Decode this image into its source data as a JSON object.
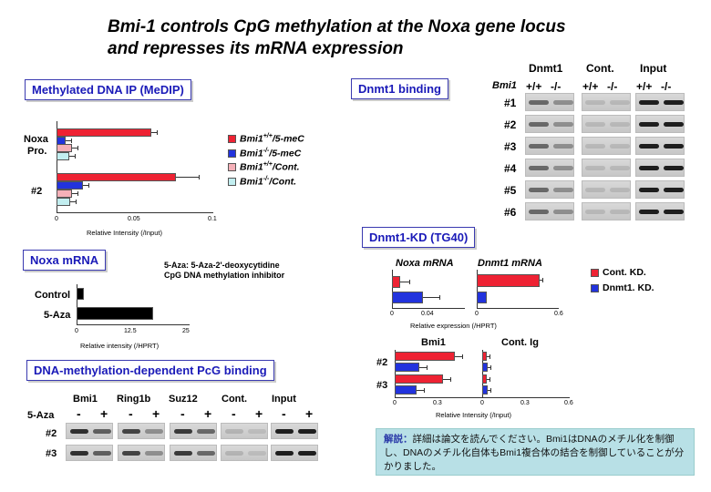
{
  "title": {
    "line1": "Bmi-1 controls CpG methylation at the Noxa gene locus",
    "line2": "and represses its mRNA expression"
  },
  "medip": {
    "label": "Methylated DNA IP (MeDIP)",
    "row1": "Noxa",
    "row1b": "Pro.",
    "row2": "#2",
    "axis_label": "Relative Intensity (/Input)",
    "legend": [
      "Bmi1+/+/5-meC",
      "Bmi1-/-/5-meC",
      "Bmi1+/+/Cont.",
      "Bmi1-/-/Cont."
    ],
    "legend_parts": [
      {
        "gene": "Bmi1",
        "sup": "+/+",
        "rest": "/5-meC"
      },
      {
        "gene": "Bmi1",
        "sup": "-/-",
        "rest": "/5-meC"
      },
      {
        "gene": "Bmi1",
        "sup": "+/+",
        "rest": "/Cont."
      },
      {
        "gene": "Bmi1",
        "sup": "-/-",
        "rest": "/Cont."
      }
    ],
    "colors": [
      "#ee2233",
      "#2233dd",
      "#f5b0b8",
      "#c2eef0"
    ]
  },
  "noxa_mrna": {
    "label": "Noxa mRNA",
    "note1": "5-Aza: 5-Aza-2'-deoxycytidine",
    "note2": "CpG DNA methylation inhibitor",
    "rows": [
      "Control",
      "5-Aza"
    ],
    "axis_label": "Relative intensity (/HPRT)"
  },
  "pcg": {
    "label": "DNA-methylation-dependent PcG binding",
    "columns": [
      "Bmi1",
      "Ring1b",
      "Suz12",
      "Cont.",
      "Input"
    ],
    "treat_label": "5-Aza",
    "signs": [
      "-",
      "+"
    ],
    "rows": [
      "#2",
      "#3"
    ]
  },
  "dnmt1_binding": {
    "label": "Dnmt1 binding",
    "columns": [
      "Dnmt1",
      "Cont.",
      "Input"
    ],
    "genotype_label": "Bmi1",
    "genotypes": [
      "+/+",
      "-/-"
    ],
    "rows": [
      "#1",
      "#2",
      "#3",
      "#4",
      "#5",
      "#6"
    ]
  },
  "dnmt1_kd": {
    "label": "Dnmt1-KD (TG40)",
    "panel1_title": "Noxa mRNA",
    "panel2_title": "Dnmt1 mRNA",
    "expr_axis_label": "Relative expression (/HPRT)",
    "panel3_title": "Bmi1",
    "panel4_title": "Cont. Ig",
    "chip_rows": [
      "#2",
      "#3"
    ],
    "chip_axis_label": "Relative Intensity (/Input)",
    "legend": [
      "Cont. KD.",
      "Dnmt1. KD."
    ],
    "colors": [
      "#ee2233",
      "#2233dd"
    ]
  },
  "note": {
    "prefix": "解説：",
    "text": "詳細は論文を読んでください。Bmi1はDNAのメチル化を制御し、DNAのメチル化自体もBmi1複合体の結合を制御していることが分かりました。"
  },
  "chart_data": [
    {
      "type": "bar",
      "orientation": "horizontal",
      "categories": [
        "Noxa Pro.",
        "#2"
      ],
      "series": [
        {
          "name": "Bmi1+/+/5-meC",
          "values": [
            0.061,
            0.077
          ]
        },
        {
          "name": "Bmi1-/-/5-meC",
          "values": [
            0.006,
            0.017
          ]
        },
        {
          "name": "Bmi1+/+/Cont.",
          "values": [
            0.01,
            0.01
          ]
        },
        {
          "name": "Bmi1-/-/Cont.",
          "values": [
            0.008,
            0.009
          ]
        }
      ],
      "xlabel": "Relative Intensity (/Input)",
      "xticks": [
        "0",
        "0.05",
        "0.1"
      ],
      "xlim": [
        0,
        0.1
      ]
    },
    {
      "type": "bar",
      "orientation": "horizontal",
      "categories": [
        "Control",
        "5-Aza"
      ],
      "values": [
        1.6,
        17.5
      ],
      "xlabel": "Relative intensity (/HPRT)",
      "xticks": [
        "0",
        "12.5",
        "25"
      ],
      "xlim": [
        0,
        25
      ]
    },
    {
      "type": "bar",
      "orientation": "horizontal",
      "title": "Noxa mRNA",
      "series": [
        {
          "name": "Cont. KD.",
          "values": [
            0.009
          ]
        },
        {
          "name": "Dnmt1. KD.",
          "values": [
            0.034
          ]
        }
      ],
      "xticks": [
        "0",
        "0.04"
      ],
      "xlim": [
        0,
        0.08
      ]
    },
    {
      "type": "bar",
      "orientation": "horizontal",
      "title": "Dnmt1 mRNA",
      "series": [
        {
          "name": "Cont. KD.",
          "values": [
            0.46
          ]
        },
        {
          "name": "Dnmt1. KD.",
          "values": [
            0.07
          ]
        }
      ],
      "xticks": [
        "0",
        "0.6"
      ],
      "xlim": [
        0,
        0.6
      ],
      "xlabel": "Relative expression (/HPRT)"
    },
    {
      "type": "bar",
      "orientation": "horizontal",
      "title": "Bmi1",
      "categories": [
        "#2",
        "#3"
      ],
      "series": [
        {
          "name": "Cont. KD.",
          "values": [
            0.41,
            0.33
          ]
        },
        {
          "name": "Dnmt1. KD.",
          "values": [
            0.17,
            0.15
          ]
        }
      ],
      "xticks": [
        "0",
        "0.3"
      ],
      "xlim": [
        0,
        0.6
      ]
    },
    {
      "type": "bar",
      "orientation": "horizontal",
      "title": "Cont. Ig",
      "categories": [
        "#2",
        "#3"
      ],
      "series": [
        {
          "name": "Cont. KD.",
          "values": [
            0.03,
            0.03
          ]
        },
        {
          "name": "Dnmt1. KD.",
          "values": [
            0.04,
            0.04
          ]
        }
      ],
      "xticks": [
        "0",
        "0.3",
        "0.6"
      ],
      "xlim": [
        0,
        0.6
      ],
      "xlabel": "Relative Intensity (/Input)"
    }
  ]
}
